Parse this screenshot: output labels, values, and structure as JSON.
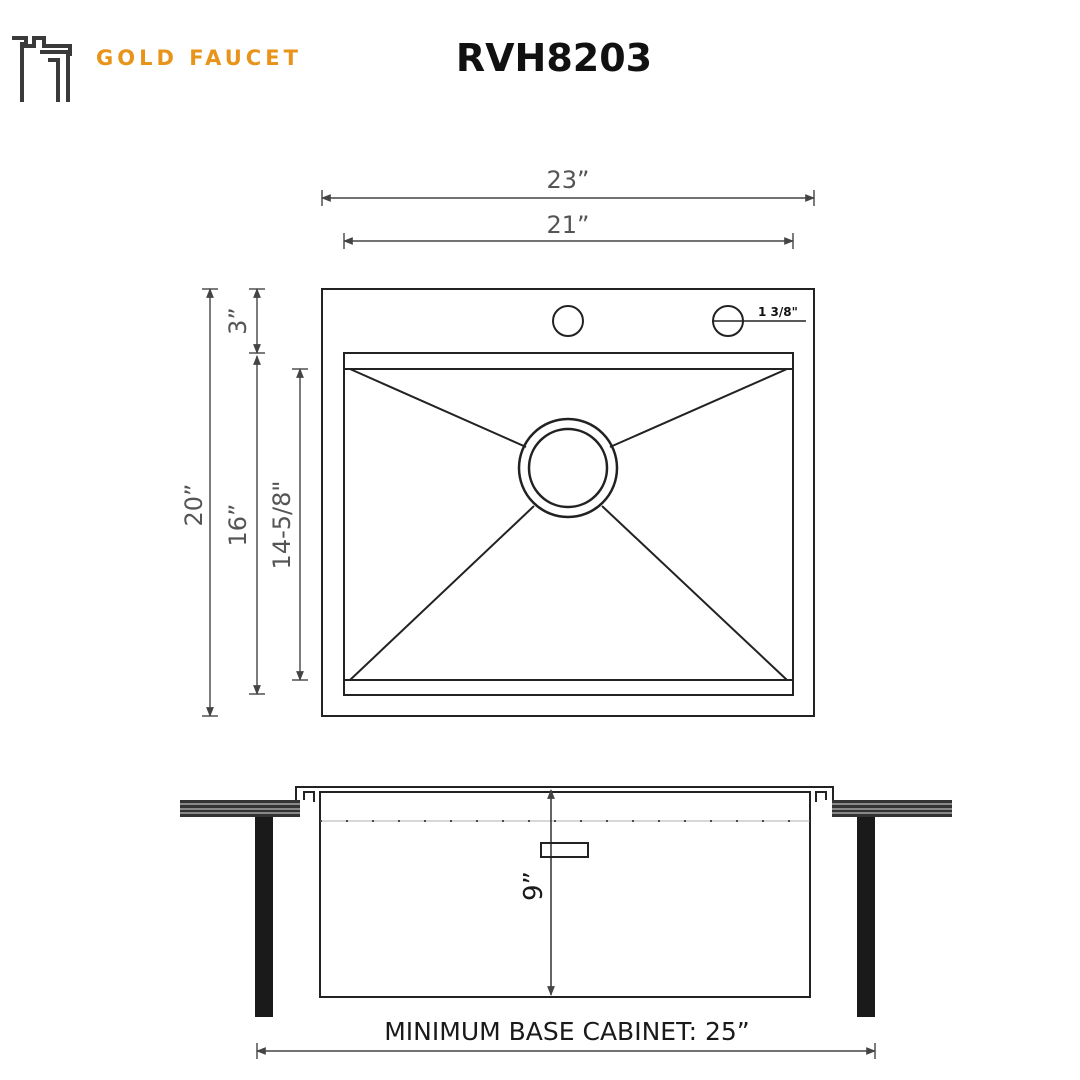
{
  "header": {
    "brand_name": "GOLD FAUCET",
    "brand_color": "#e8941a",
    "logo_icon": "faucet-logo-icon",
    "model": "RVH8203"
  },
  "top_view": {
    "overall_width": "23”",
    "bowl_width": "21”",
    "overall_depth": "20”",
    "ledge_depth": "3”",
    "bowl_length": "16”",
    "bowl_inner_length": "14-5/8\"",
    "faucet_hole_label": "1 3/8\""
  },
  "side_view": {
    "bowl_depth": "9”",
    "cabinet_label": "MINIMUM BASE CABINET: 25”"
  }
}
